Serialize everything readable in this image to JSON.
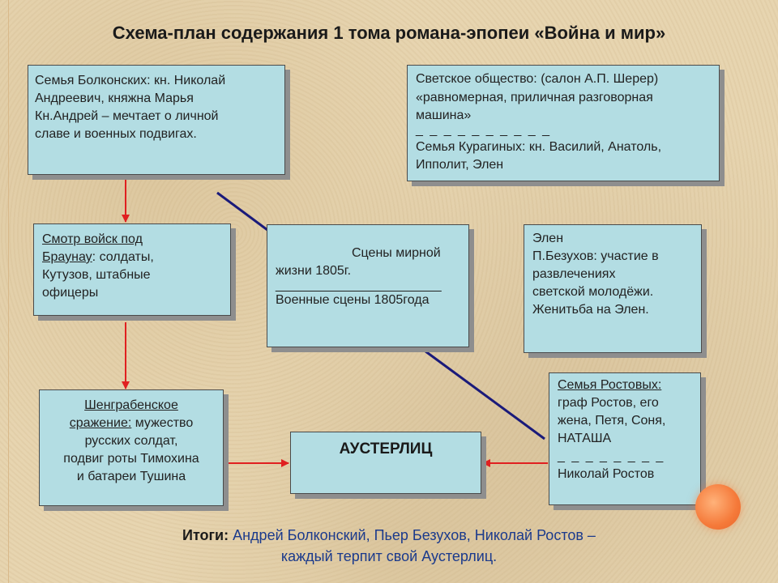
{
  "title": "Схема-план содержания 1 тома романа-эпопеи «Война и мир»",
  "boxes": {
    "bolkonsky": {
      "lines": [
        "Семья Болконских: кн. Николай",
        "Андреевич, княжна Марья",
        "Кн.Андрей – мечтает о личной",
        "славе и военных подвигах."
      ]
    },
    "society": {
      "lines": [
        "Светское общество: (салон А.П. Шерер)",
        "«равномерная, приличная разговорная",
        "машина»",
        "_ _ _ _ _ _ _ _ _ _",
        "Семья Курагиных: кн. Василий, Анатоль,",
        "Ипполит, Элен"
      ]
    },
    "review": {
      "line1": "Смотр войск под",
      "line2_underlined": "Браунау",
      "line2_rest": ": солдаты,",
      "line3": "Кутузов, штабные",
      "line4": "офицеры"
    },
    "center": {
      "line1": "Сцены мирной",
      "line2": "жизни 1805г.",
      "line3": "_______________________",
      "line4": "Военные сцены 1805года"
    },
    "helen": {
      "lines": [
        "Элен",
        "П.Безухов: участие в",
        "развлечениях",
        "светской молодёжи.",
        "Женитьба на Элен."
      ]
    },
    "shengraben": {
      "line1_underlined": "Шенграбенское",
      "line2_underlined": "сражение:",
      "line2_rest": " мужество",
      "line3": "русских солдат,",
      "line4": "подвиг роты Тимохина",
      "line5": "и батареи Тушина"
    },
    "austerlitz": {
      "label": "АУСТЕРЛИЦ"
    },
    "rostov": {
      "line1_underlined": "Семья Ростовых:",
      "line2": "граф Ростов, его",
      "line3": "жена, Петя, Соня,",
      "line4": "НАТАША",
      "line5": "_ _ _ _ _ _ _ _",
      "line6": "Николай Ростов"
    }
  },
  "summary": {
    "label": "Итоги:",
    "names": " Андрей Болконский, Пьер Безухов, Николай Ростов –",
    "line2": "каждый терпит свой Аустерлиц."
  },
  "colors": {
    "box_fill": "#b3dde3",
    "arrow_red": "#e02020",
    "line_navy": "#1a1a7a",
    "summary_blue": "#1b3a8c",
    "accent_orange": "#f57a3a"
  }
}
